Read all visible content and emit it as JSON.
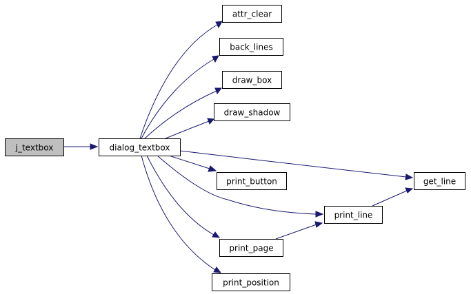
{
  "diagram": {
    "type": "call-graph",
    "colors": {
      "edge": "#191970",
      "root_fill": "#bfbfbf",
      "node_fill": "#ffffff",
      "node_border": "#000000"
    },
    "nodes": [
      {
        "id": "j_textbox",
        "label": "j_textbox",
        "root": true
      },
      {
        "id": "dialog_textbox",
        "label": "dialog_textbox"
      },
      {
        "id": "attr_clear",
        "label": "attr_clear"
      },
      {
        "id": "back_lines",
        "label": "back_lines"
      },
      {
        "id": "draw_box",
        "label": "draw_box"
      },
      {
        "id": "draw_shadow",
        "label": "draw_shadow"
      },
      {
        "id": "print_button",
        "label": "print_button"
      },
      {
        "id": "get_line",
        "label": "get_line"
      },
      {
        "id": "print_line",
        "label": "print_line"
      },
      {
        "id": "print_page",
        "label": "print_page"
      },
      {
        "id": "print_position",
        "label": "print_position"
      }
    ],
    "edges": [
      {
        "from": "j_textbox",
        "to": "dialog_textbox"
      },
      {
        "from": "dialog_textbox",
        "to": "attr_clear"
      },
      {
        "from": "dialog_textbox",
        "to": "back_lines"
      },
      {
        "from": "dialog_textbox",
        "to": "draw_box"
      },
      {
        "from": "dialog_textbox",
        "to": "draw_shadow"
      },
      {
        "from": "dialog_textbox",
        "to": "print_button"
      },
      {
        "from": "dialog_textbox",
        "to": "get_line"
      },
      {
        "from": "dialog_textbox",
        "to": "print_line"
      },
      {
        "from": "dialog_textbox",
        "to": "print_page"
      },
      {
        "from": "dialog_textbox",
        "to": "print_position"
      },
      {
        "from": "print_line",
        "to": "get_line"
      },
      {
        "from": "print_page",
        "to": "print_line"
      }
    ]
  }
}
